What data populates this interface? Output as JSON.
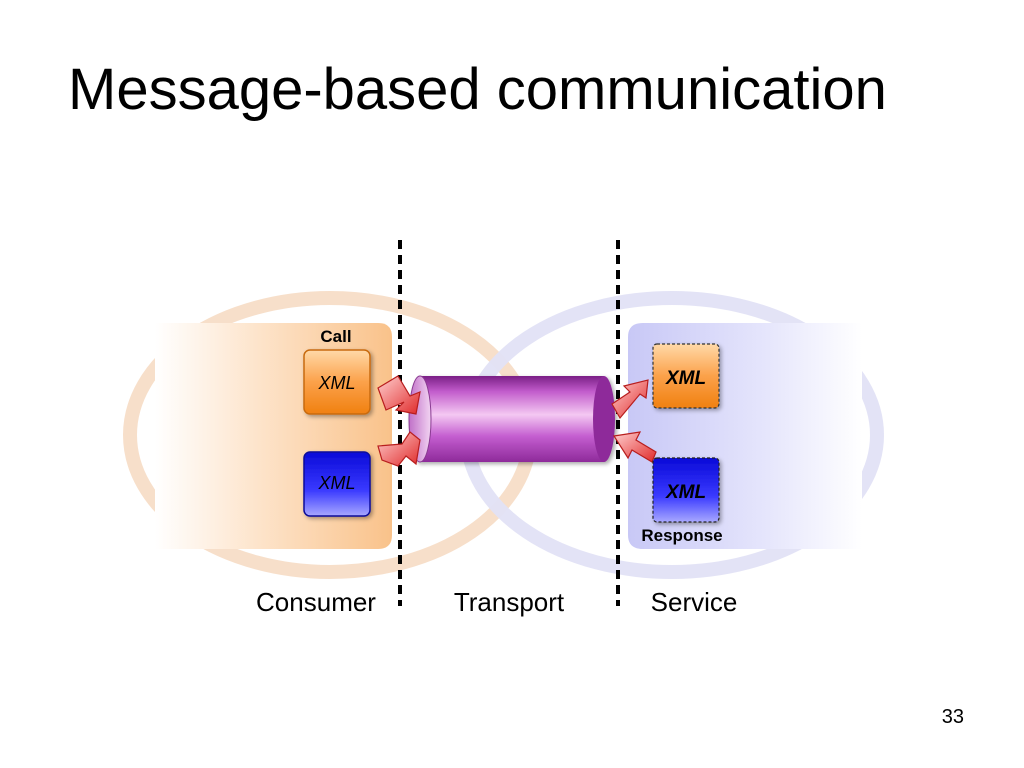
{
  "slide": {
    "title": "Message-based communication",
    "page_number": "33"
  },
  "diagram": {
    "consumer": {
      "label": "Consumer",
      "call_label": "Call",
      "call_message": "XML",
      "response_message": "XML"
    },
    "transport": {
      "label": "Transport"
    },
    "service": {
      "label": "Service",
      "call_message": "XML",
      "response_message": "XML",
      "response_label": "Response"
    }
  },
  "colors": {
    "call_orange": "#f7941d",
    "response_blue": "#1a1aff",
    "pipe_purple": "#b04ab8",
    "arrow_red": "#e23c3c",
    "consumer_region": "#fbd0a6",
    "service_region": "#d5d5fb"
  }
}
